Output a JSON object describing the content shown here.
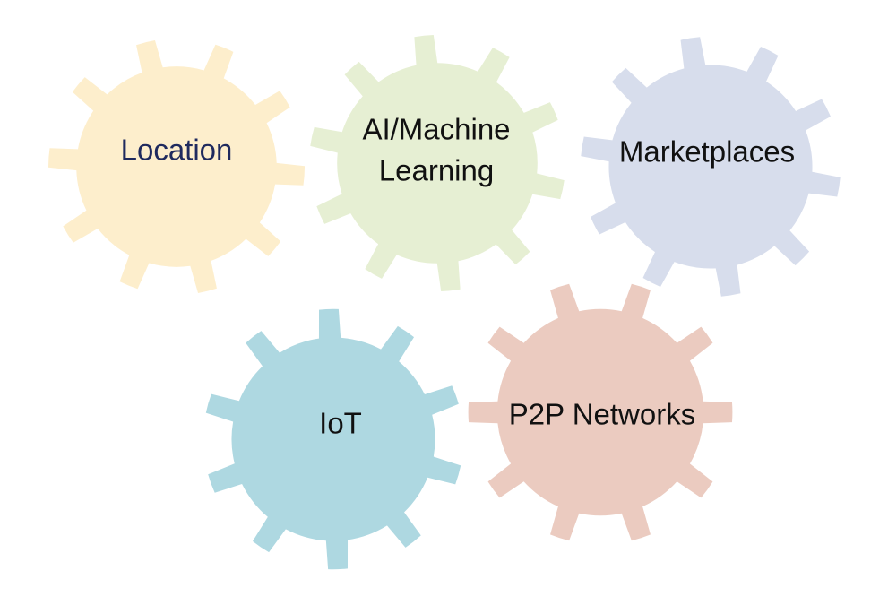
{
  "diagram": {
    "gears": [
      {
        "id": "location",
        "label_lines": [
          "Location"
        ],
        "fill": "#FDEECC",
        "text_color": "#1F2A5E"
      },
      {
        "id": "ai-ml",
        "label_lines": [
          "AI/Machine",
          "Learning"
        ],
        "fill": "#E6EFD3",
        "text_color": "#111111"
      },
      {
        "id": "marketplaces",
        "label_lines": [
          "Marketplaces"
        ],
        "fill": "#D7DDEC",
        "text_color": "#111111"
      },
      {
        "id": "iot",
        "label_lines": [
          "IoT"
        ],
        "fill": "#AED8E1",
        "text_color": "#111111"
      },
      {
        "id": "p2p",
        "label_lines": [
          "P2P Networks"
        ],
        "fill": "#EBCBC0",
        "text_color": "#111111"
      }
    ]
  }
}
